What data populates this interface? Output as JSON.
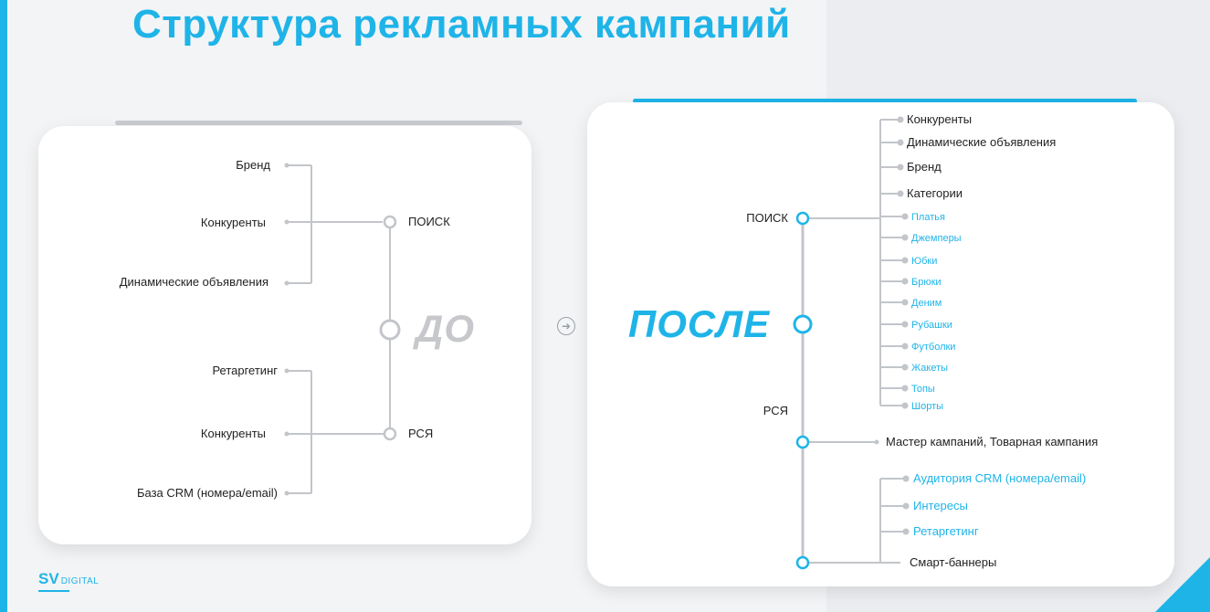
{
  "title": "Структура рекламных кампаний",
  "before": {
    "label": "ДО",
    "search_hub": "ПОИСК",
    "rsya_hub": "РСЯ",
    "search_items": [
      "Бренд",
      "Конкуренты",
      "Динамические объявления"
    ],
    "rsya_items": [
      "Ретаргетинг",
      "Конкуренты",
      "База CRM (номера/email)"
    ]
  },
  "after": {
    "label": "ПОСЛЕ",
    "search_hub": "ПОИСК",
    "rsya_hub": "РСЯ",
    "search_items": [
      "Конкуренты",
      "Динамические объявления",
      "Бренд",
      "Категории",
      "Платья",
      "Джемперы",
      "Юбки",
      "Брюки",
      "Деним",
      "Рубашки",
      "Футболки",
      "Жакеты",
      "Топы",
      "Шорты"
    ],
    "master_item": "Мастер кампаний, Товарная кампания",
    "smart_items": [
      "Аудитория CRM (номера/email)",
      "Интересы",
      "Ретаргетинг"
    ],
    "smart_item": "Смарт-баннеры"
  },
  "logo": {
    "sv": "SV",
    "digital": "DIGITAL"
  },
  "icons": {
    "transition": "arrow-right-circle-icon"
  },
  "colors": {
    "accent": "#1fb4e8",
    "gray": "#c2c5c9",
    "label_gray": "#c6c8cb"
  }
}
